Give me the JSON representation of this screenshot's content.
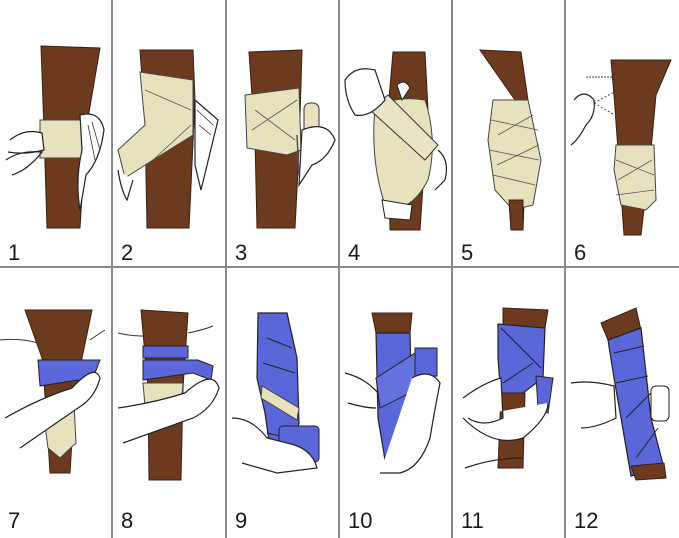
{
  "figure": {
    "description": "Step-by-step illustration of bandaging a lower leg: first a cream gauze/compression wrap, then a blue elastic bandage over it",
    "layout": {
      "rows": 2,
      "columns": 6
    },
    "colors": {
      "skin_leg": "#6b3a1f",
      "gauze_wrap": "#e6e2bd",
      "elastic_bandage": "#5b66d9",
      "outline": "#1e1e1e",
      "grid_line": "#8a8a8a",
      "background": "#ffffff"
    }
  },
  "steps": [
    {
      "number": "1",
      "wrap": "gauze",
      "description": "Hand holds cream bandage roll, first circular turn around leg"
    },
    {
      "number": "2",
      "wrap": "gauze",
      "description": "Diagonal cream wrap crossing the leg"
    },
    {
      "number": "3",
      "wrap": "gauze",
      "description": "Figure-eight cream wrap, hand holding small roll"
    },
    {
      "number": "4",
      "wrap": "gauze",
      "description": "Hand smoothing overlapping cream wrap diagonally"
    },
    {
      "number": "5",
      "wrap": "gauze",
      "description": "Lower leg fully covered with cream wrap"
    },
    {
      "number": "6",
      "wrap": "gauze",
      "description": "Hand pinching/measuring above wrapped section with dashed lines"
    },
    {
      "number": "7",
      "wrap": "elastic",
      "description": "Blue elastic bandage starting circular turn above cream wrap"
    },
    {
      "number": "8",
      "wrap": "elastic",
      "description": "Second blue circular turn, hand holding roll"
    },
    {
      "number": "9",
      "wrap": "elastic",
      "description": "Blue spiral wrap covering most of leg, roll held below"
    },
    {
      "number": "10",
      "wrap": "elastic",
      "description": "Blue wrap crossing diagonally, hands tensioning"
    },
    {
      "number": "11",
      "wrap": "elastic",
      "description": "Blue figure-eight wrap, hands gripping leg"
    },
    {
      "number": "12",
      "wrap": "elastic",
      "description": "Completed blue bandage, hand securing end"
    }
  ]
}
